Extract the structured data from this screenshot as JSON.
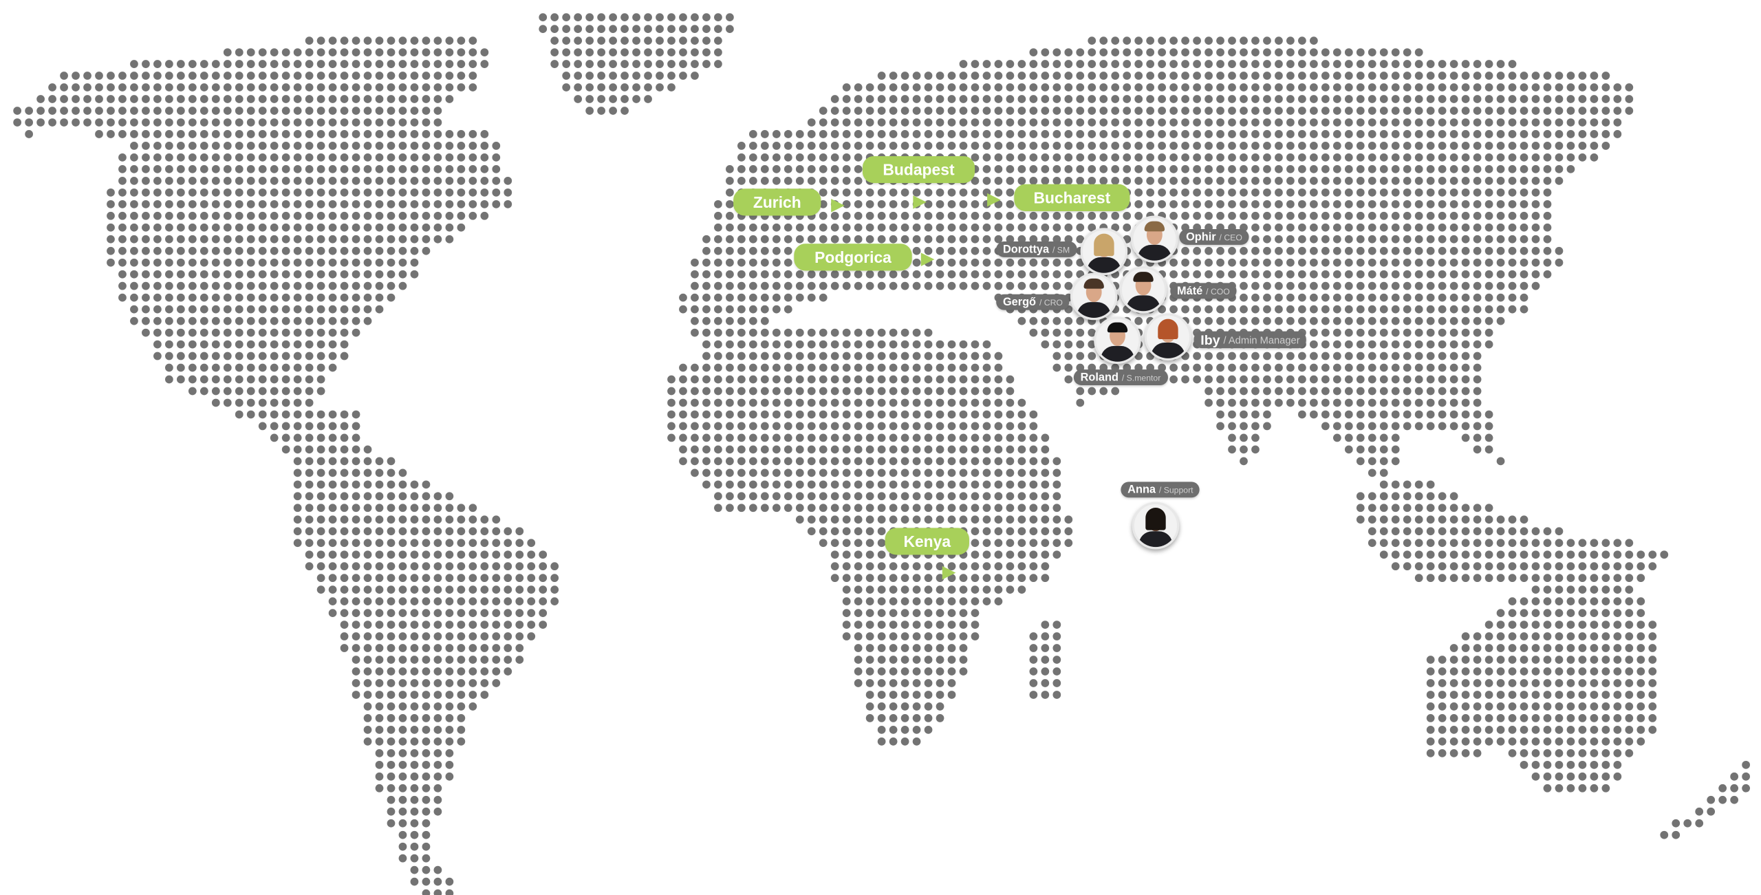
{
  "colors": {
    "dot": "#737373",
    "accent": "#a8d05a",
    "tag_bg": "#6e6e6e"
  },
  "locations": [
    {
      "label": "Zurich"
    },
    {
      "label": "Budapest"
    },
    {
      "label": "Bucharest"
    },
    {
      "label": "Podgorica"
    },
    {
      "label": "Kenya"
    }
  ],
  "team": [
    {
      "name": "Dorottya",
      "role": "/ SM"
    },
    {
      "name": "Ophir",
      "role": "/ CEO"
    },
    {
      "name": "Gergő",
      "role": "/ CRO"
    },
    {
      "name": "Máté",
      "role": "/ COO"
    },
    {
      "name": "Iby",
      "role": "/ Admin Manager"
    },
    {
      "name": "Roland",
      "role": "/ S.mentor"
    },
    {
      "name": "Anna",
      "role": "/ Support"
    }
  ]
}
